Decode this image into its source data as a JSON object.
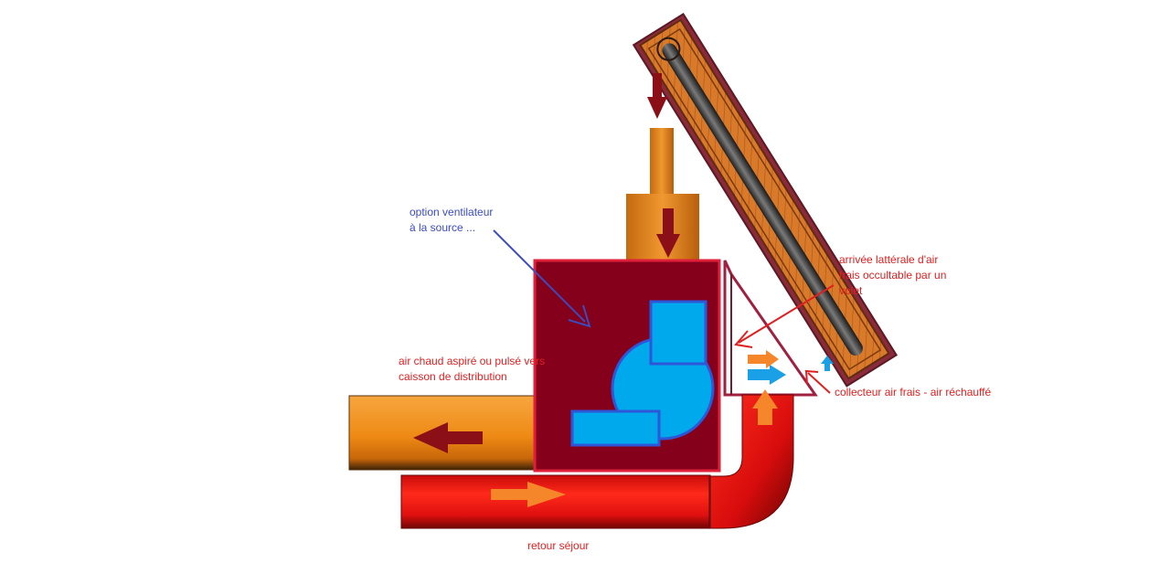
{
  "labels": {
    "fan_option": {
      "line1": "option ventilateur",
      "line2": "à la source ..."
    },
    "lateral_inlet": {
      "line1": "arrivée lattérale d'air",
      "line2": "frais occultable par un",
      "line3": "volet"
    },
    "hot_air": {
      "line1": "air chaud aspiré ou pulsé vers",
      "line2": "caisson de distribution"
    },
    "collector": "collecteur air frais - air réchauffé",
    "return_room": "retour séjour"
  },
  "colors": {
    "fan_label": "#3a4cc0",
    "annotation_red": "#e02020",
    "box_fill": "#85001a",
    "box_border": "#e0203a",
    "fan_blue": "#00a8ec",
    "fan_outline": "#2e56d8",
    "orange_pipe": "#f08c1a",
    "red_pipe": "#e31212",
    "dark_arrow": "#8a0f17",
    "orange_arrow": "#f5862a",
    "blue_arrow": "#1aa0e6"
  }
}
